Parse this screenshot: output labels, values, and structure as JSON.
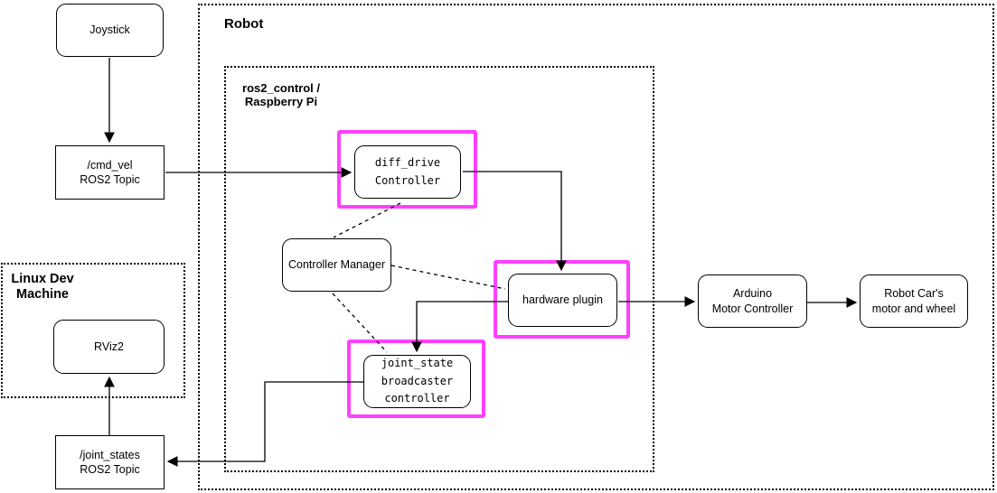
{
  "diagram": {
    "title_hint": "ROS2 differential drive robot control architecture",
    "colors": {
      "highlight": "#FF40FF",
      "line": "#000000",
      "background": "#FFFFFF",
      "text": "#000000"
    },
    "containers": {
      "robot": {
        "label": "Robot"
      },
      "ros2_control": {
        "label": "ros2_control /\nRaspberry Pi"
      },
      "linux_dev": {
        "label": "Linux Dev\nMachine"
      }
    },
    "nodes": {
      "joystick": {
        "label": "Joystick",
        "shape": "rounded",
        "highlighted": false
      },
      "cmd_vel": {
        "label": "/cmd_vel\nROS2 Topic",
        "shape": "rect",
        "highlighted": false
      },
      "diff_drive": {
        "label": "diff_drive\nController",
        "shape": "rounded",
        "font": "mono",
        "highlighted": true
      },
      "controller_manager": {
        "label": "Controller Manager",
        "shape": "rounded",
        "highlighted": false
      },
      "hardware_plugin": {
        "label": "hardware plugin",
        "shape": "rounded",
        "highlighted": true
      },
      "joint_state_broadcaster": {
        "label": "joint_state\nbroadcaster\ncontroller",
        "shape": "rounded",
        "font": "mono",
        "highlighted": true
      },
      "arduino": {
        "label": "Arduino\nMotor Controller",
        "shape": "rounded",
        "highlighted": false
      },
      "robot_car": {
        "label": "Robot Car's\nmotor and wheel",
        "shape": "rounded",
        "highlighted": false
      },
      "rviz2": {
        "label": "RViz2",
        "shape": "rounded",
        "highlighted": false
      },
      "joint_states_topic": {
        "label": "/joint_states\nROS2 Topic",
        "shape": "rect",
        "highlighted": false
      }
    },
    "edges": [
      {
        "from": "joystick",
        "to": "cmd_vel",
        "style": "solid-arrow"
      },
      {
        "from": "cmd_vel",
        "to": "diff_drive",
        "style": "solid-arrow"
      },
      {
        "from": "diff_drive",
        "to": "hardware_plugin",
        "style": "solid-arrow"
      },
      {
        "from": "hardware_plugin",
        "to": "arduino",
        "style": "solid-arrow"
      },
      {
        "from": "arduino",
        "to": "robot_car",
        "style": "solid-arrow"
      },
      {
        "from": "hardware_plugin",
        "to": "joint_state_broadcaster",
        "style": "solid-arrow"
      },
      {
        "from": "joint_state_broadcaster",
        "to": "joint_states_topic",
        "style": "solid-arrow"
      },
      {
        "from": "joint_states_topic",
        "to": "rviz2",
        "style": "solid-arrow"
      },
      {
        "from": "controller_manager",
        "to": "diff_drive",
        "style": "dashed"
      },
      {
        "from": "controller_manager",
        "to": "hardware_plugin",
        "style": "dashed"
      },
      {
        "from": "controller_manager",
        "to": "joint_state_broadcaster",
        "style": "dashed"
      }
    ]
  }
}
